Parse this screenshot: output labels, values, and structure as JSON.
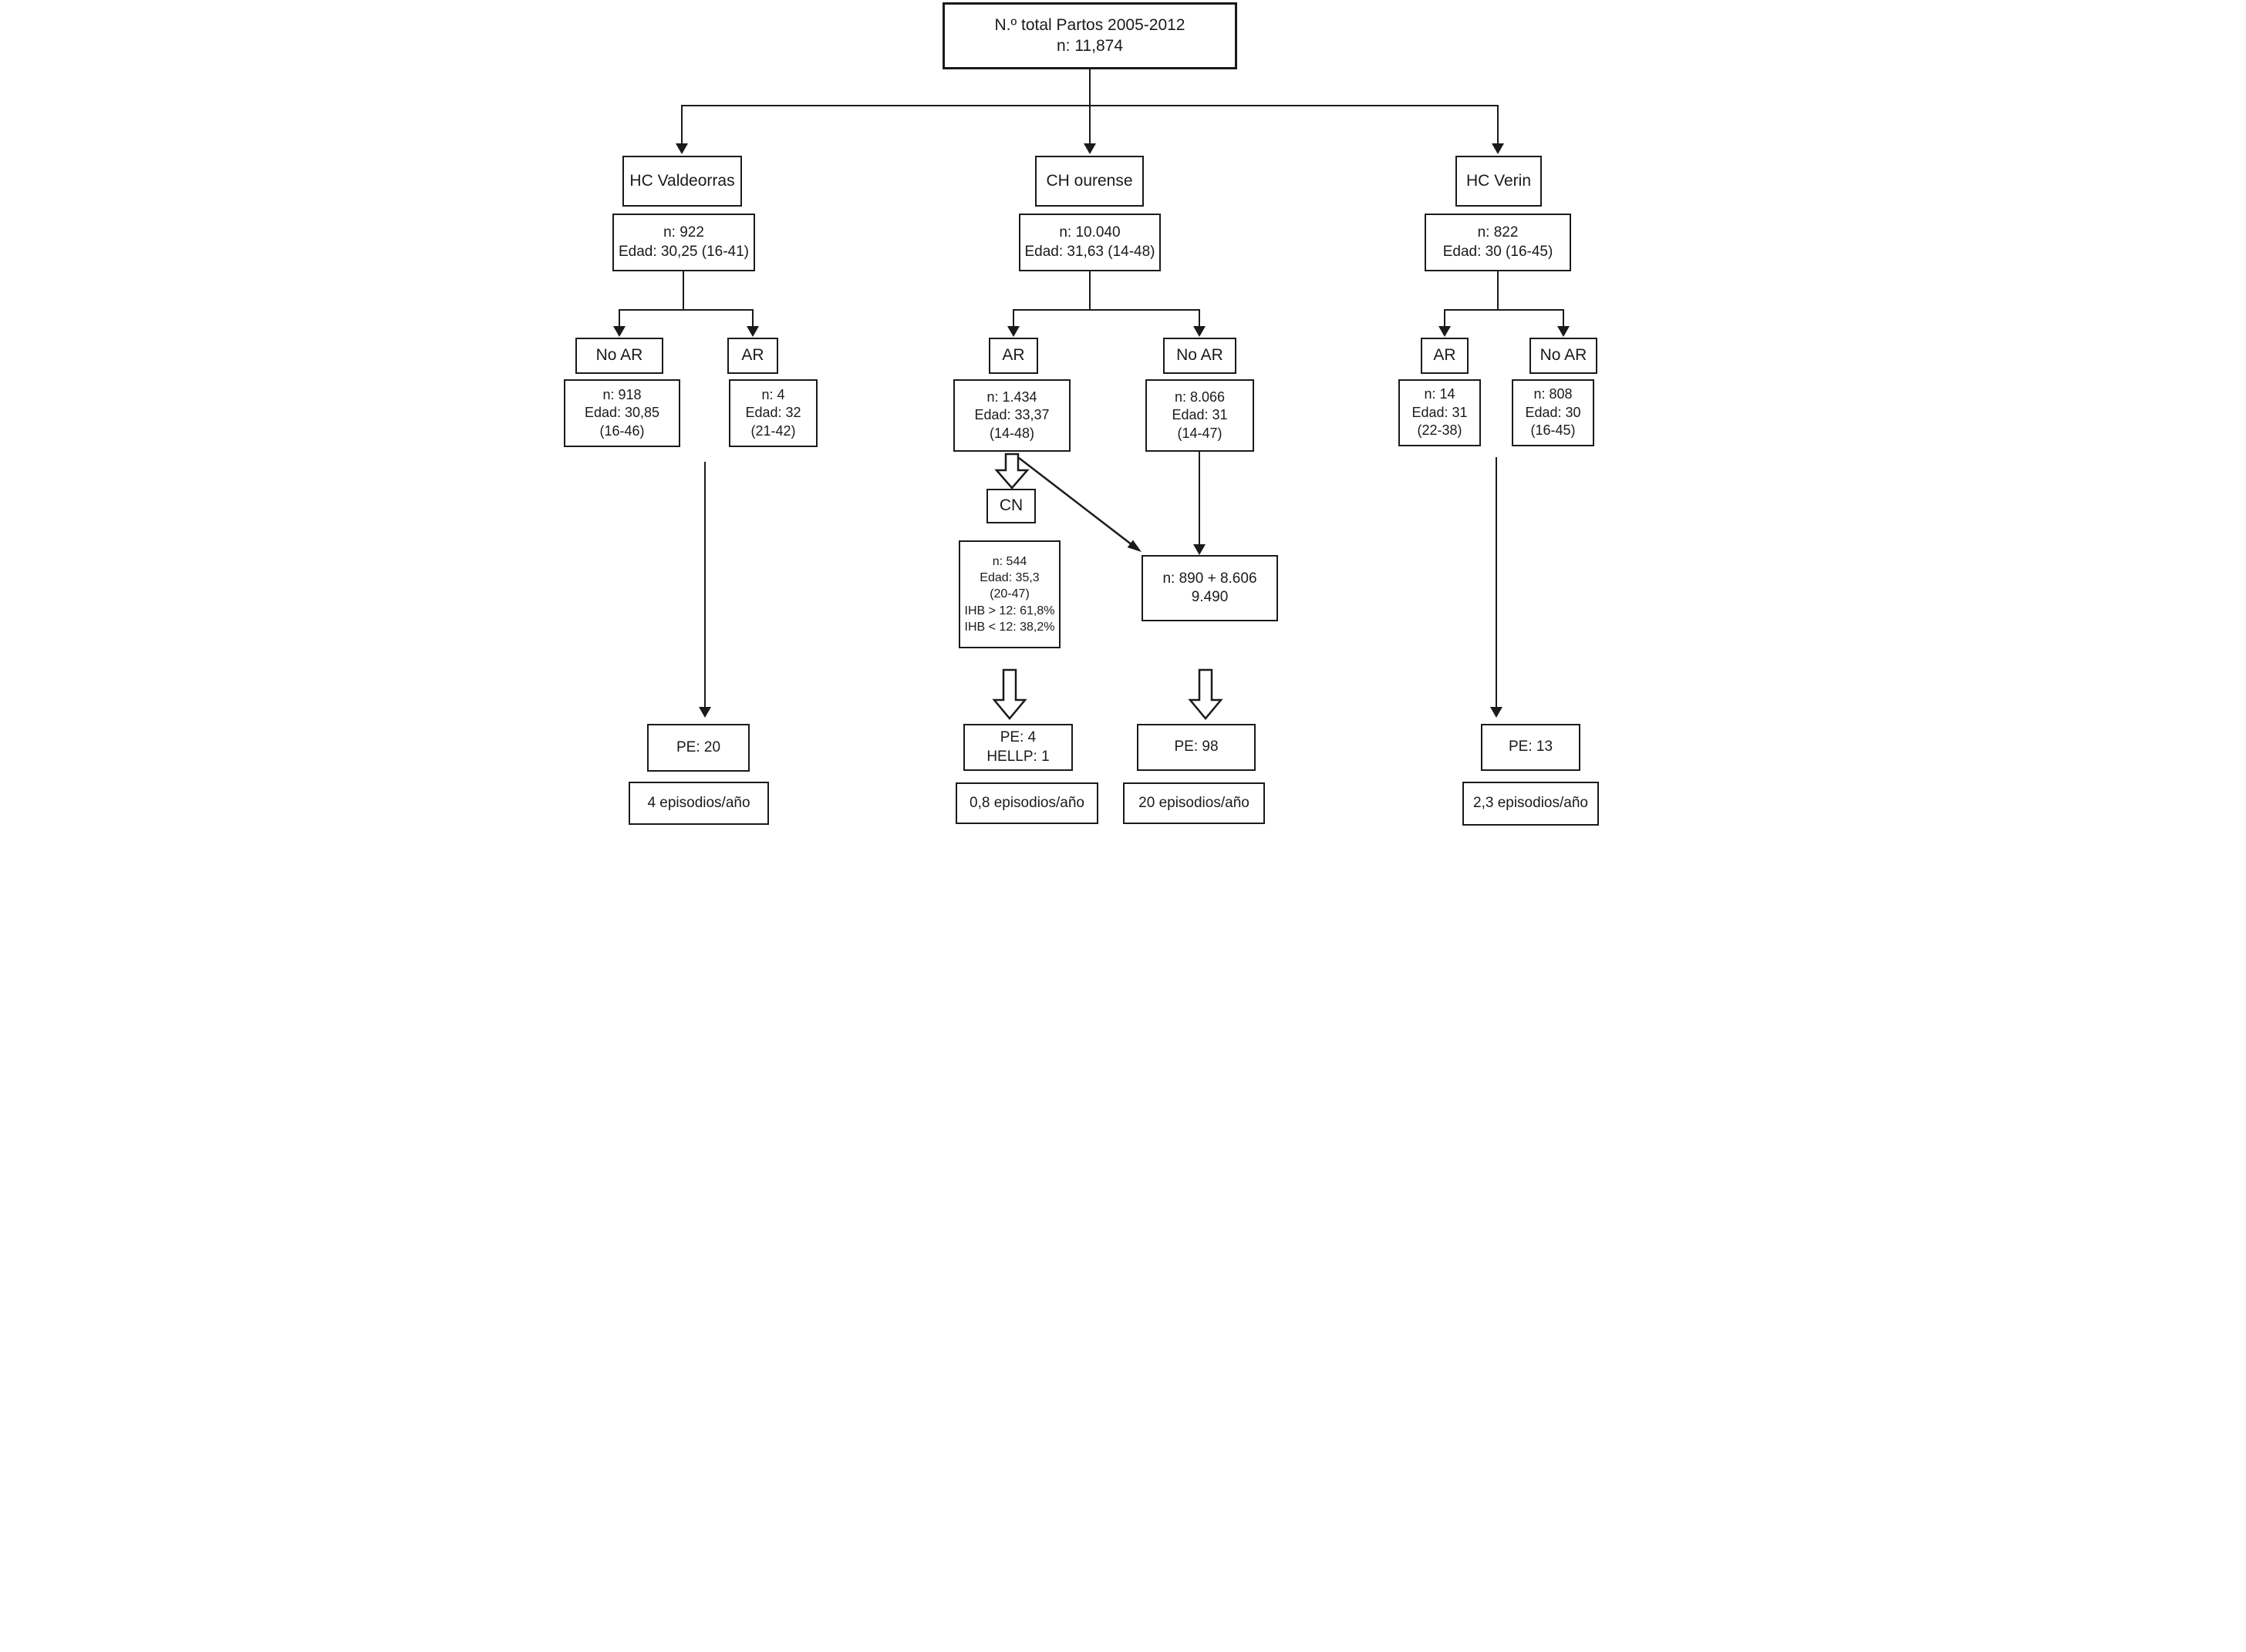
{
  "figure_type": "flowchart",
  "colors": {
    "ink": "#1a1a1a",
    "background": "#ffffff"
  },
  "nodes": {
    "total": "N.º total Partos 2005-2012\nn: 11,874",
    "h_valdeorras": "HC Valdeorras",
    "h_ourense": "CH ourense",
    "h_verin": "HC Verin",
    "s_valdeorras": "n: 922\nEdad: 30,25 (16-41)",
    "s_ourense": "n: 10.040\nEdad: 31,63 (14-48)",
    "s_verin": "n: 822\nEdad: 30 (16-45)",
    "v_noar": "No AR",
    "v_ar": "AR",
    "v_noar_d": "n: 918\nEdad: 30,85\n(16-46)",
    "v_ar_d": "n: 4\nEdad: 32\n(21-42)",
    "o_ar": "AR",
    "o_noar": "No AR",
    "o_ar_d": "n: 1.434\nEdad: 33,37\n(14-48)",
    "o_noar_d": "n: 8.066\nEdad: 31\n(14-47)",
    "cn": "CN",
    "cn_d": "n: 544\nEdad: 35,3\n(20-47)\nIHB > 12: 61,8%\nIHB < 12: 38,2%",
    "combined": "n: 890 + 8.606\n9.490",
    "r_ar": "AR",
    "r_noar": "No AR",
    "r_ar_d": "n: 14\nEdad: 31\n(22-38)",
    "r_noar_d": "n: 808\nEdad: 30\n(16-45)",
    "pe_v": "PE: 20",
    "ep_v": "4 episodios/año",
    "pe_cn": "PE: 4\nHELLP: 1",
    "ep_cn": "0,8 episodios/año",
    "pe_o": "PE: 98",
    "ep_o": "20 episodios/año",
    "pe_r": "PE: 13",
    "ep_r": "2,3 episodios/año"
  }
}
